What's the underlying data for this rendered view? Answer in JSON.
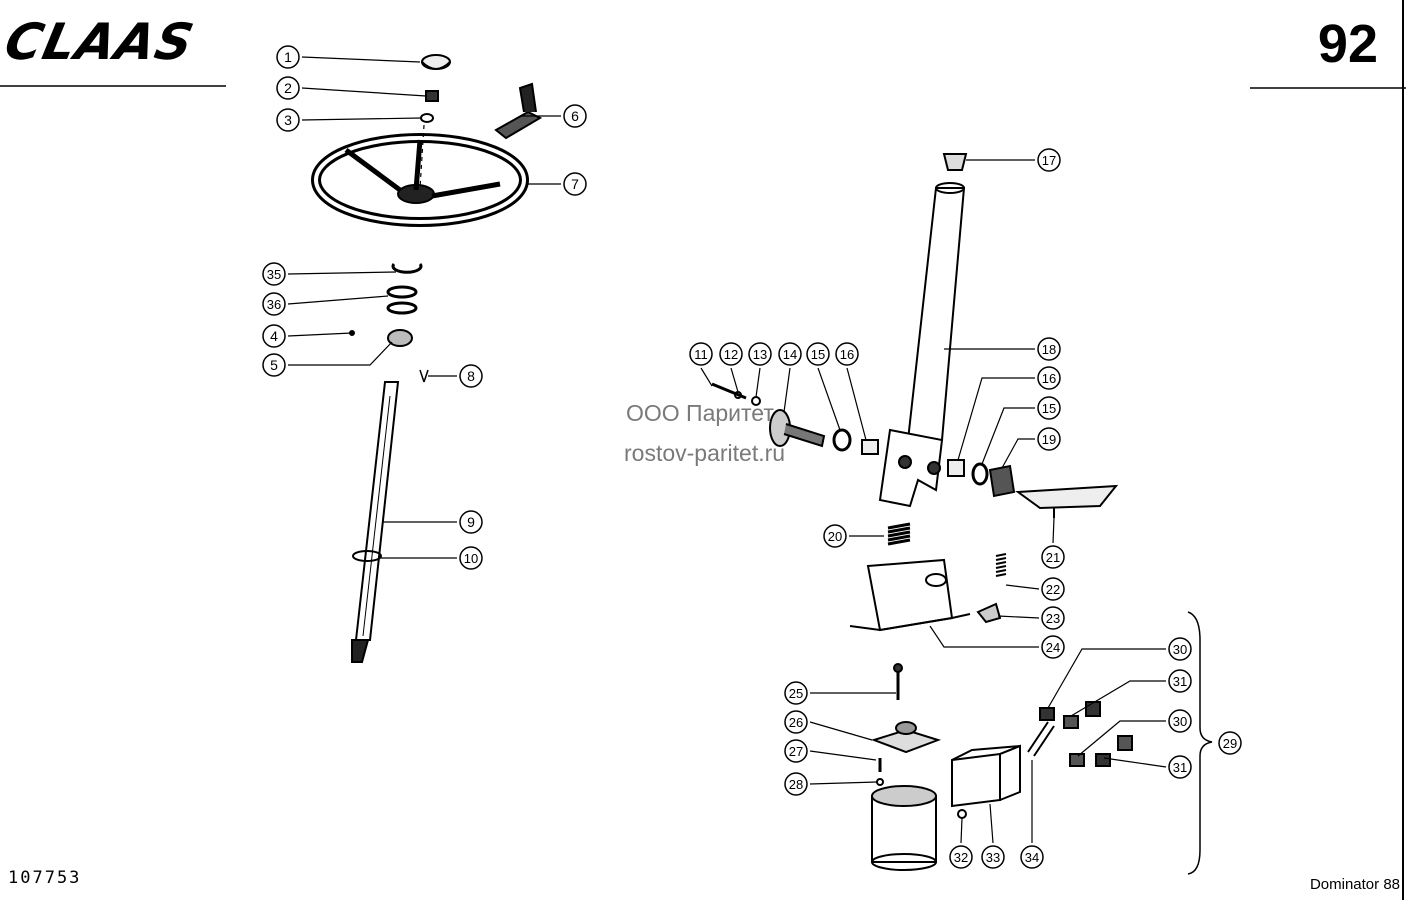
{
  "header": {
    "brand": "CLAAS",
    "page_number": "92"
  },
  "footer": {
    "drawing_code": "107753",
    "model": "Dominator 88"
  },
  "watermark": {
    "line1": "ООО Паритет",
    "line2": "rostov-paritet.ru"
  },
  "callouts": [
    "1",
    "2",
    "3",
    "4",
    "5",
    "6",
    "7",
    "8",
    "9",
    "10",
    "11",
    "12",
    "13",
    "14",
    "15",
    "16",
    "17",
    "18",
    "16",
    "15",
    "19",
    "20",
    "21",
    "22",
    "23",
    "24",
    "25",
    "26",
    "27",
    "28",
    "29",
    "30",
    "31",
    "30",
    "31",
    "32",
    "33",
    "34",
    "35",
    "36"
  ]
}
